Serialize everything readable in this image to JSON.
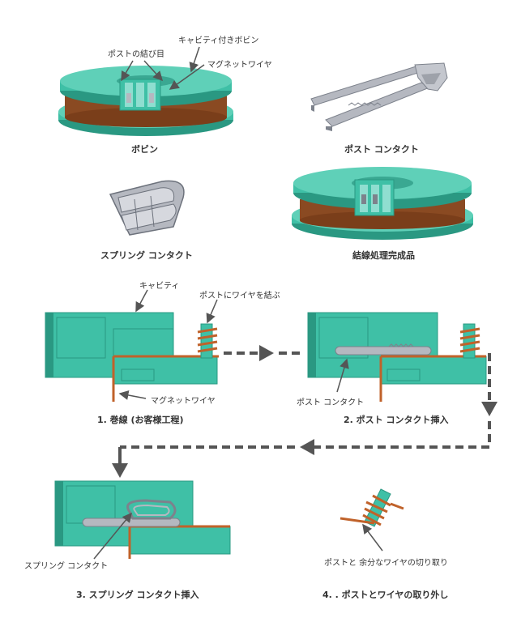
{
  "parts": {
    "bobbin": {
      "caption": "ボビン",
      "callouts": {
        "post_knot": "ポストの結び目",
        "cavity_bobbin": "キャビティ付きボビン",
        "magnet_wire": "マグネットワイヤ"
      }
    },
    "post_contact": {
      "caption": "ポスト コンタクト"
    },
    "spring_contact": {
      "caption": "スプリング コンタクト"
    },
    "finished": {
      "caption": "結線処理完成品"
    }
  },
  "steps": {
    "step1": {
      "caption": "1. 巻線 (お客様工程)",
      "callouts": {
        "cavity": "キャビティ",
        "tie_wire": "ポストにワイヤを結ぶ",
        "magnet_wire": "マグネットワイヤ"
      }
    },
    "step2": {
      "caption": "2. ポスト コンタクト挿入",
      "callouts": {
        "post_contact": "ポスト コンタクト"
      }
    },
    "step3": {
      "caption": "3. スプリング コンタクト挿入",
      "callouts": {
        "spring_contact": "スプリング コンタクト"
      }
    },
    "step4": {
      "caption": "4. . ポストとワイヤの取り外し",
      "callouts": {
        "remove": "ポストと 余分なワイヤの切り取り"
      }
    }
  },
  "colors": {
    "teal": "#3fc0a6",
    "teal_dark": "#2a9882",
    "teal_light": "#6fd6c0",
    "copper": "#8a4a22",
    "wire": "#c0622a",
    "metal": "#b5b8c0",
    "metal_dark": "#7d828c",
    "arrow": "#555555"
  }
}
